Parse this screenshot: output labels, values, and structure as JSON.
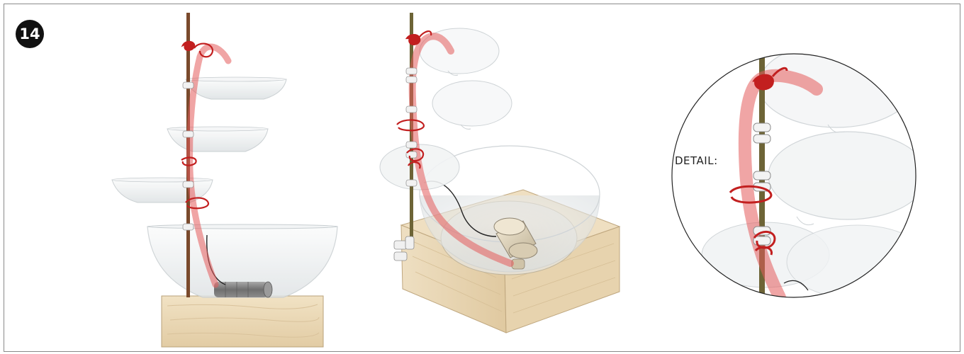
{
  "step": {
    "number": "14"
  },
  "detail": {
    "label": "DETAIL:"
  },
  "colors": {
    "rod_brown": "#7a4a2c",
    "rod_olive": "#6d6436",
    "tube_red": "#e35b5b",
    "wire_red": "#c21f1f",
    "wood": "#ebd8b6",
    "bowl_glass": "#eef1f2",
    "pump": "#8a8a8a"
  },
  "views": [
    "front-view",
    "isometric-view",
    "detail-view"
  ]
}
